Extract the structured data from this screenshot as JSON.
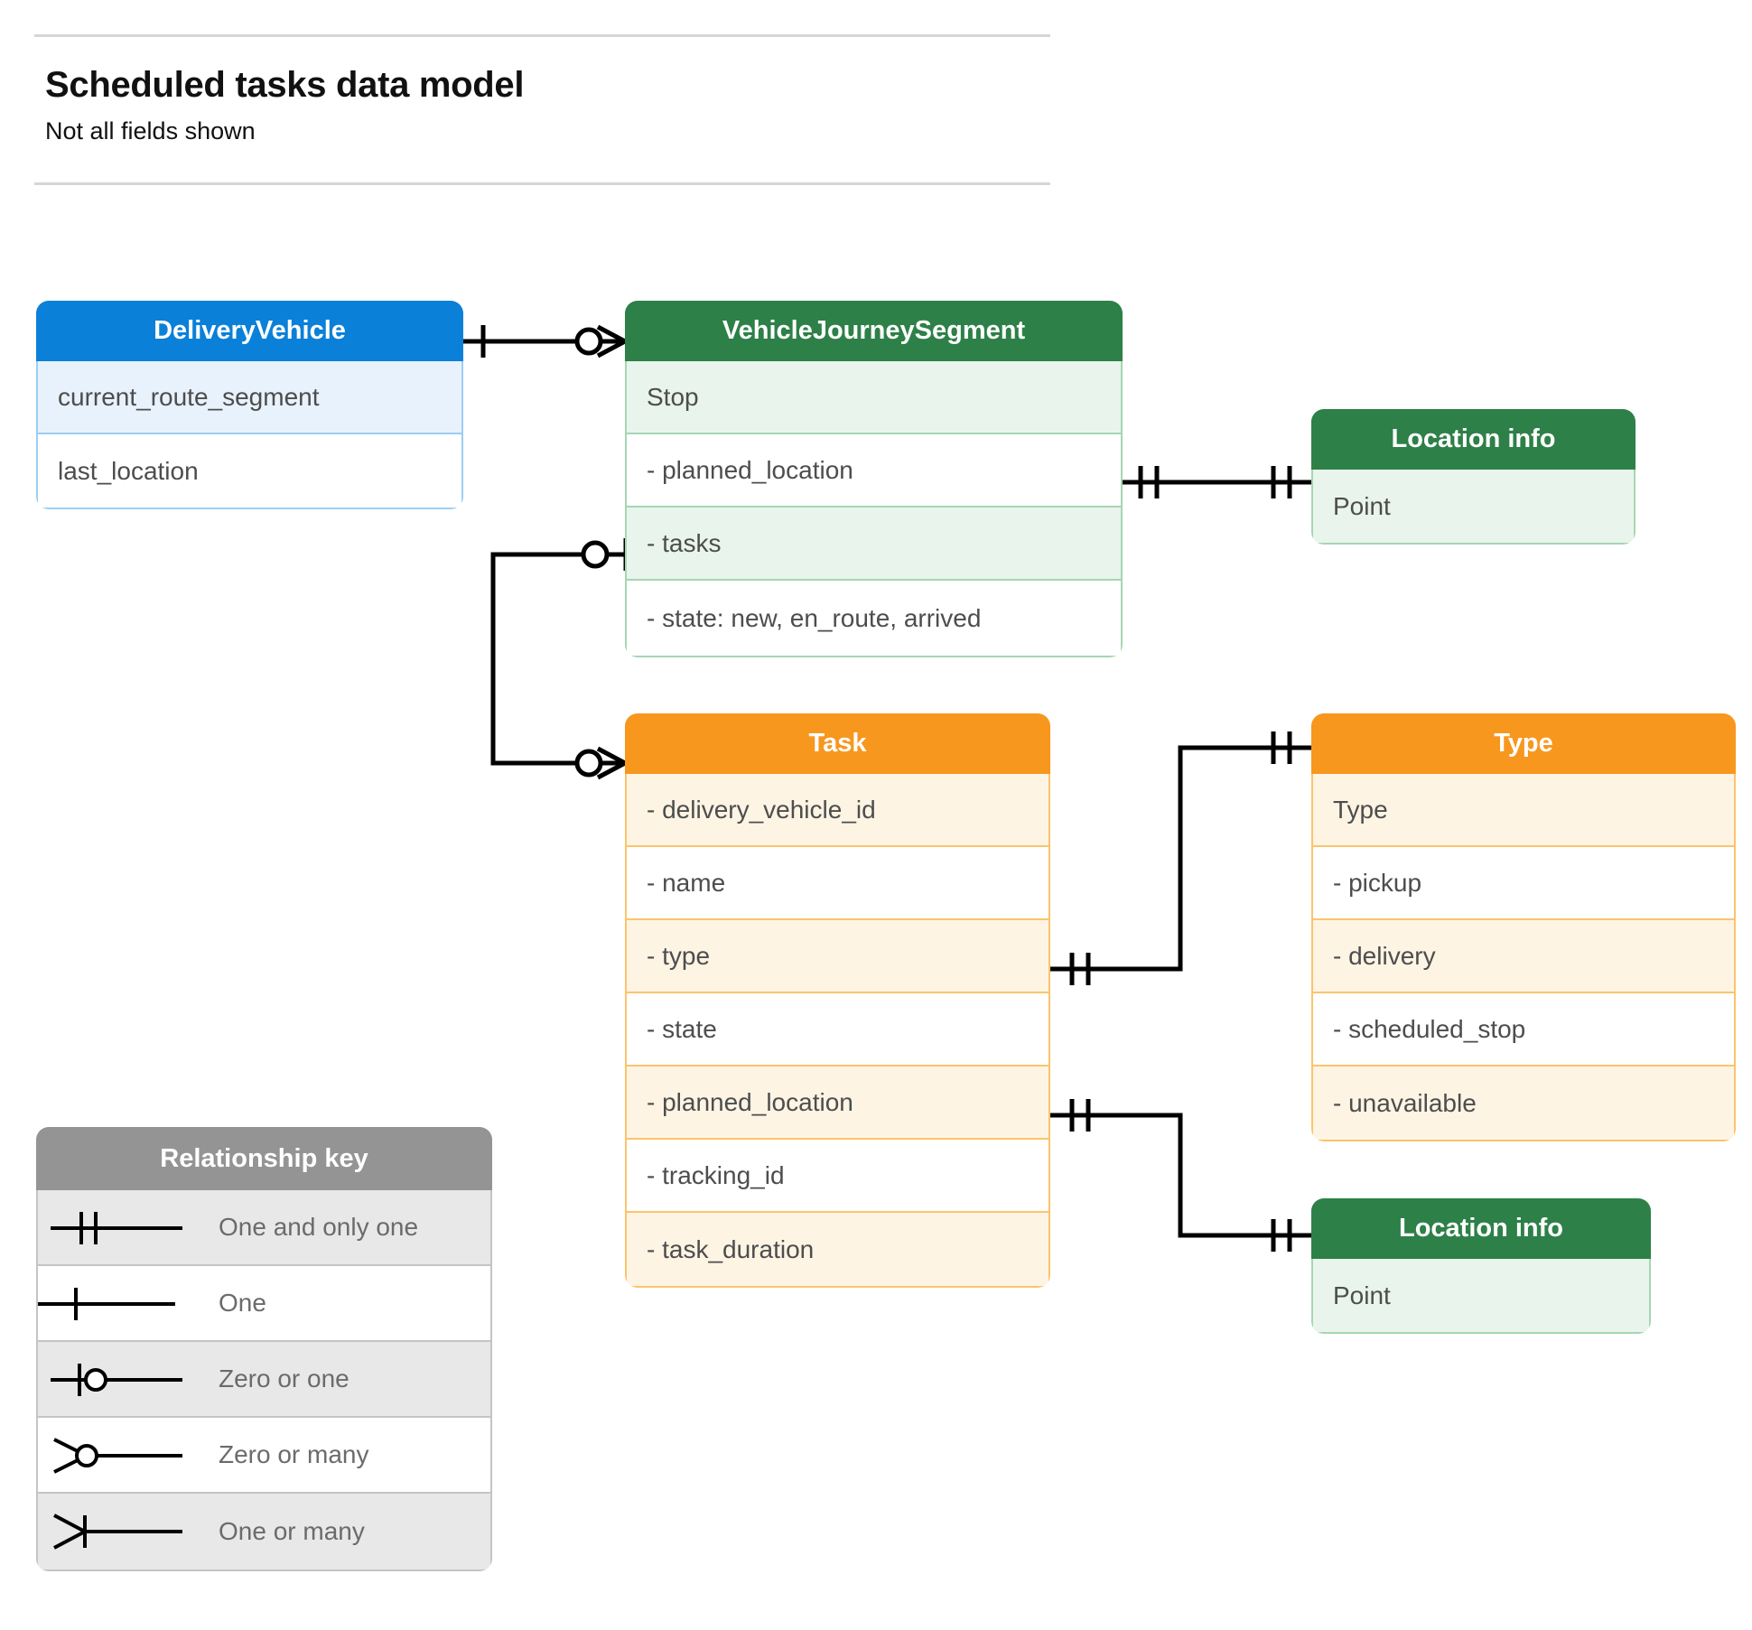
{
  "header": {
    "title": "Scheduled tasks data model",
    "subtitle": "Not all fields shown"
  },
  "colors": {
    "blue_header": "#0b80d8",
    "blue_row_alt": "#e8f2fc",
    "blue_border": "#9ccef2",
    "green_header": "#2d8047",
    "green_row_alt": "#e9f4ec",
    "green_border": "#a5d6b2",
    "orange_header": "#f7971e",
    "orange_row_alt": "#fdf4e4",
    "orange_border": "#fbc46b",
    "grey_header": "#949494",
    "grey_row_alt": "#e8e8e8",
    "line": "#000000",
    "rule": "#d6d6d6"
  },
  "entities": {
    "delivery_vehicle": {
      "title": "DeliveryVehicle",
      "rows": [
        "current_route_segment",
        "last_location"
      ]
    },
    "vehicle_journey_segment": {
      "title": "VehicleJourneySegment",
      "rows": [
        "Stop",
        "-  planned_location",
        "- tasks",
        "- state: new, en_route, arrived"
      ]
    },
    "location_info_top": {
      "title": "Location info",
      "rows": [
        "Point"
      ]
    },
    "location_info_bottom": {
      "title": "Location info",
      "rows": [
        "Point"
      ]
    },
    "task": {
      "title": "Task",
      "rows": [
        "- delivery_vehicle_id",
        "- name",
        "- type",
        "- state",
        "- planned_location",
        "- tracking_id",
        "- task_duration"
      ]
    },
    "type": {
      "title": "Type",
      "rows": [
        "Type",
        "-   pickup",
        "-   delivery",
        "-   scheduled_stop",
        "-   unavailable"
      ]
    }
  },
  "legend": {
    "title": "Relationship key",
    "items": [
      {
        "label": "One and only one",
        "symbol": "one-and-only-one"
      },
      {
        "label": "One",
        "symbol": "one"
      },
      {
        "label": "Zero or one",
        "symbol": "zero-or-one"
      },
      {
        "label": "Zero or many",
        "symbol": "zero-or-many"
      },
      {
        "label": "One or many",
        "symbol": "one-or-many"
      }
    ]
  },
  "relationships": [
    {
      "name": "deliveryvehicle-to-vehiclejourneysegment",
      "from": "DeliveryVehicle",
      "to": "VehicleJourneySegment",
      "from_cardinality": "One",
      "to_cardinality": "Zero or many"
    },
    {
      "name": "vehiclejourneysegment-plannedlocation-to-locationinfo",
      "from": "VehicleJourneySegment.planned_location",
      "to": "Location info",
      "from_cardinality": "One and only one",
      "to_cardinality": "One and only one"
    },
    {
      "name": "vehiclejourneysegment-tasks-to-task",
      "from": "VehicleJourneySegment.tasks",
      "to": "Task",
      "from_cardinality": "Zero or one",
      "to_cardinality": "Zero or many"
    },
    {
      "name": "task-type-to-type",
      "from": "Task.type",
      "to": "Type",
      "from_cardinality": "One and only one",
      "to_cardinality": "One and only one"
    },
    {
      "name": "task-plannedlocation-to-locationinfo",
      "from": "Task.planned_location",
      "to": "Location info",
      "from_cardinality": "One and only one",
      "to_cardinality": "One and only one"
    }
  ]
}
